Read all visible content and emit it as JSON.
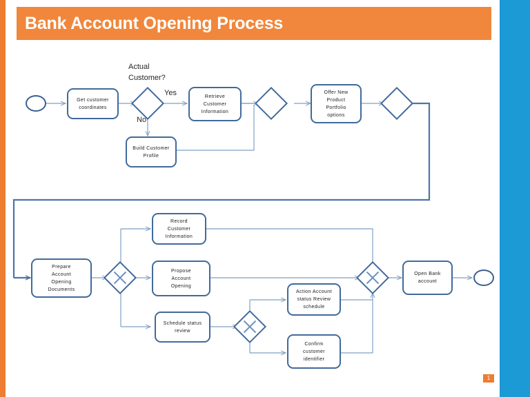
{
  "slide": {
    "title": "Bank Account Opening Process",
    "page_number": "1",
    "colors": {
      "title_bar": "#F0873C",
      "left_strip": "#ED7D31",
      "right_strip": "#1B9AD6",
      "shape_border": "#41699B",
      "connector": "#7F9FC4"
    }
  },
  "diagram": {
    "type": "bpmn-flowchart",
    "lane_1": {
      "start_event": {
        "name": "start-event",
        "label": ""
      },
      "tasks": [
        {
          "id": "get-customer-coordinates",
          "lines": [
            "Get customer",
            "coordinates"
          ]
        },
        {
          "id": "retrieve-customer-information",
          "lines": [
            "Retrieve",
            "Customer",
            "Information"
          ]
        },
        {
          "id": "build-customer-profile",
          "lines": [
            "Build Customer",
            "Profile"
          ]
        },
        {
          "id": "offer-new-product-portfolio-options",
          "lines": [
            "Offer New",
            "Product",
            "Portfolio",
            "options"
          ]
        }
      ],
      "gateways": [
        {
          "id": "actual-customer-decision",
          "kind": "exclusive",
          "question": "Actual\nCustomer?"
        },
        {
          "id": "merge-gateway-1",
          "kind": "exclusive"
        },
        {
          "id": "gateway-after-offer",
          "kind": "exclusive"
        }
      ],
      "edge_labels": {
        "yes": "Yes",
        "no": "No"
      },
      "question_line_1": "Actual",
      "question_line_2": "Customer?"
    },
    "lane_2": {
      "tasks": [
        {
          "id": "prepare-account-opening-documents",
          "lines": [
            "Prepare",
            "Account",
            "Opening",
            "Documents"
          ]
        },
        {
          "id": "record-customer-information",
          "lines": [
            "Record",
            "Customer",
            "Information"
          ]
        },
        {
          "id": "propose-account-opening",
          "lines": [
            "Propose",
            "Account",
            "Opening"
          ]
        },
        {
          "id": "schedule-status-review",
          "lines": [
            "Schedule status",
            "review"
          ]
        },
        {
          "id": "action-account-status-review-schedule",
          "lines": [
            "Action Account",
            "status Review",
            "schedule"
          ]
        },
        {
          "id": "confirm-customer-identifier",
          "lines": [
            "Confirm",
            "customer",
            "identifier"
          ]
        },
        {
          "id": "open-bank-account",
          "lines": [
            "Open Bank",
            "account"
          ]
        }
      ],
      "gateways": [
        {
          "id": "split-parallel-gateway",
          "kind": "parallel"
        },
        {
          "id": "split-parallel-gateway-2",
          "kind": "parallel"
        },
        {
          "id": "join-parallel-gateway",
          "kind": "parallel"
        }
      ],
      "end_event": {
        "name": "end-event",
        "label": ""
      }
    }
  },
  "nodes": {
    "get_customer_coordinates": "Get customer\ncoordinates",
    "retrieve_customer_information": "Retrieve\nCustomer\nInformation",
    "build_customer_profile": "Build Customer\nProfile",
    "offer_new_product": "Offer New\nProduct\nPortfolio\noptions",
    "prepare_account_documents": "Prepare\nAccount\nOpening\nDocuments",
    "record_customer_information": "Record\nCustomer\nInformation",
    "propose_account_opening": "Propose\nAccount\nOpening",
    "schedule_status_review": "Schedule status\nreview",
    "action_account_status": "Action Account\nstatus Review\nschedule",
    "confirm_customer_identifier": "Confirm\ncustomer\nidentifier",
    "open_bank_account": "Open Bank\naccount",
    "label_yes": "Yes",
    "label_no": "No",
    "label_question_1": "Actual",
    "label_question_2": "Customer?"
  }
}
